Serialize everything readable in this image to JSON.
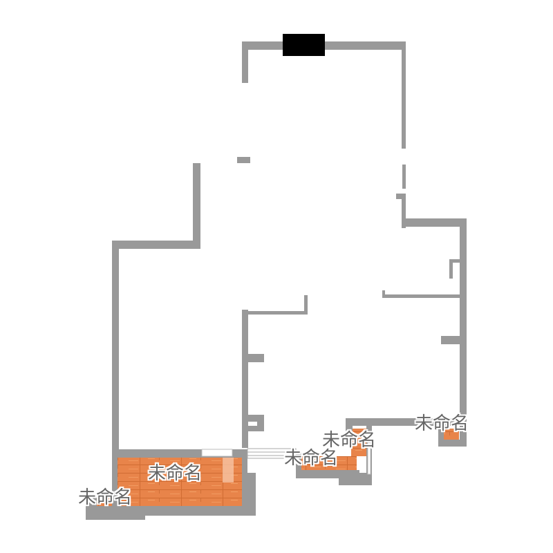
{
  "plan": {
    "wall_color": "#999999",
    "floor_color": "#e8844a",
    "label_color": "#666666",
    "labels": [
      {
        "id": "balcony-right",
        "text": "未命名"
      },
      {
        "id": "bath-upper",
        "text": "未命名"
      },
      {
        "id": "bath-lower",
        "text": "未命名"
      },
      {
        "id": "living-south",
        "text": "未命名"
      },
      {
        "id": "closet-left",
        "text": "未命名"
      }
    ]
  }
}
